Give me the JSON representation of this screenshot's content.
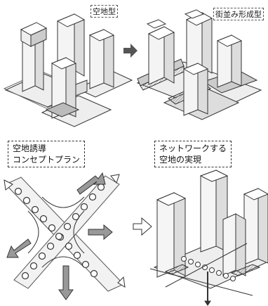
{
  "labels": {
    "top_left": "空地型",
    "top_right": "街並み形成型",
    "concept_left_line1": "空地誘導",
    "concept_left_line2": "コンセプトプラン",
    "concept_right_line1": "ネットワークする",
    "concept_right_line2": "空地の実現"
  },
  "arrows": {
    "top": "filled-right-arrow",
    "bottom": "outline-right-arrow"
  }
}
